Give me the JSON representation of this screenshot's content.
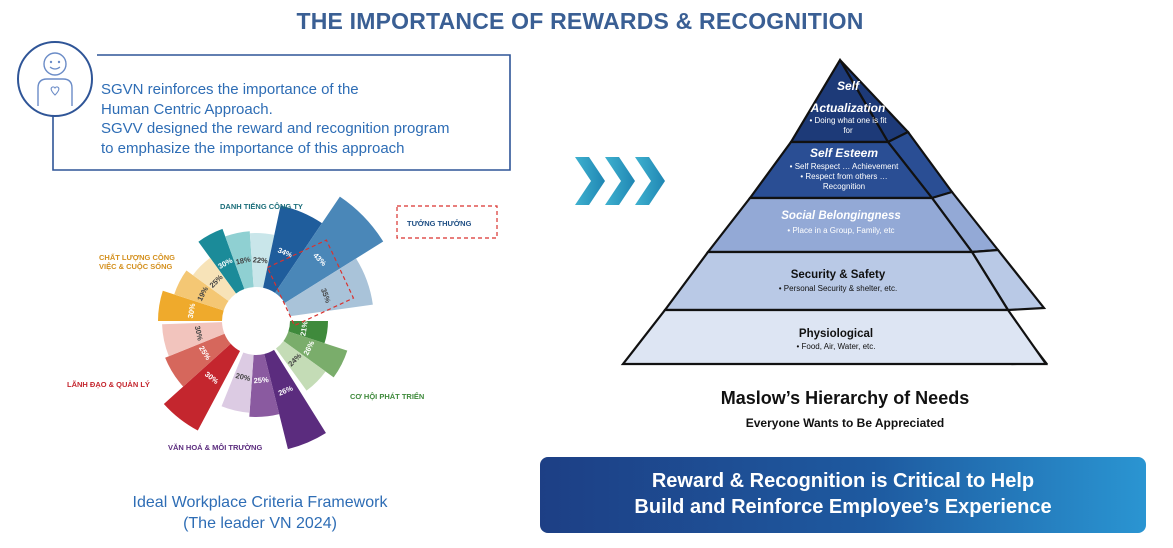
{
  "title": "THE IMPORTANCE OF REWARDS & RECOGNITION",
  "callout": {
    "lines": [
      "SGVN reinforces the importance of the",
      "Human Centric Approach.",
      "SGVV designed the reward and recognition program",
      "to emphasize the importance of this approach"
    ]
  },
  "framework": {
    "caption_line1": "Ideal Workplace Criteria Framework",
    "caption_line2": "(The leader VN 2024)",
    "category_labels": {
      "danh_tieng": "DANH TIẾNG CÔNG TY",
      "tuong_thuong": "TƯỞNG THƯỞNG",
      "chat_luong_1": "CHẤT LƯỢNG CÔNG",
      "chat_luong_2": "VIỆC & CUỘC SỐNG",
      "lanh_dao": "LÃNH ĐẠO & QUẢN LÝ",
      "van_hoa": "VĂN HOÁ & MÔI TRƯỜNG",
      "co_hoi": "CƠ HỘI PHÁT TRIỂN"
    },
    "segments": [
      {
        "label": "30%",
        "color": "#1b8b99"
      },
      {
        "label": "18%",
        "color": "#8fd0d2"
      },
      {
        "label": "22%",
        "color": "#c9e6ea"
      },
      {
        "label": "34%",
        "color": "#1f5d9c"
      },
      {
        "label": "43%",
        "color": "#4a87b8"
      },
      {
        "label": "35%",
        "color": "#a9c3d9"
      },
      {
        "label": "21%",
        "color": "#3f8a3c"
      },
      {
        "label": "26%",
        "color": "#7aad6b"
      },
      {
        "label": "24%",
        "color": "#c4dcb6"
      },
      {
        "label": "26%",
        "color": "#5b2c7e"
      },
      {
        "label": "25%",
        "color": "#8a5aa0"
      },
      {
        "label": "20%",
        "color": "#dccbe3"
      },
      {
        "label": "30%",
        "color": "#c4262e"
      },
      {
        "label": "25%",
        "color": "#d6675c"
      },
      {
        "label": "30%",
        "color": "#f2c4bd"
      },
      {
        "label": "30%",
        "color": "#efaa2c"
      },
      {
        "label": "19%",
        "color": "#f4c774"
      },
      {
        "label": "25%",
        "color": "#f7e3b8"
      }
    ]
  },
  "pyramid": {
    "levels": [
      {
        "title": "Self",
        "title2": "Actualization",
        "bullets": [
          "• Doing what one is fit",
          "for"
        ]
      },
      {
        "title": "Self Esteem",
        "bullets": [
          "• Self Respect … Achievement",
          "• Respect from others …",
          "Recognition"
        ]
      },
      {
        "title": "Social Belongingness",
        "bullets": [
          "•  Place in a Group, Family, etc"
        ]
      },
      {
        "title": "Security & Safety",
        "bullets": [
          "• Personal Security & shelter, etc."
        ]
      },
      {
        "title": "Physiological",
        "bullets": [
          "• Food, Air, Water, etc."
        ]
      }
    ],
    "colors": [
      "#1d3a78",
      "#2a4e94",
      "#93a9d6",
      "#b9c9e6",
      "#dde5f3"
    ]
  },
  "maslow": {
    "title": "Maslow’s Hierarchy of Needs",
    "subtitle": "Everyone Wants to Be Appreciated"
  },
  "banner": {
    "line1": "Reward & Recognition is Critical to Help",
    "line2": "Build and Reinforce Employee’s Experience"
  }
}
